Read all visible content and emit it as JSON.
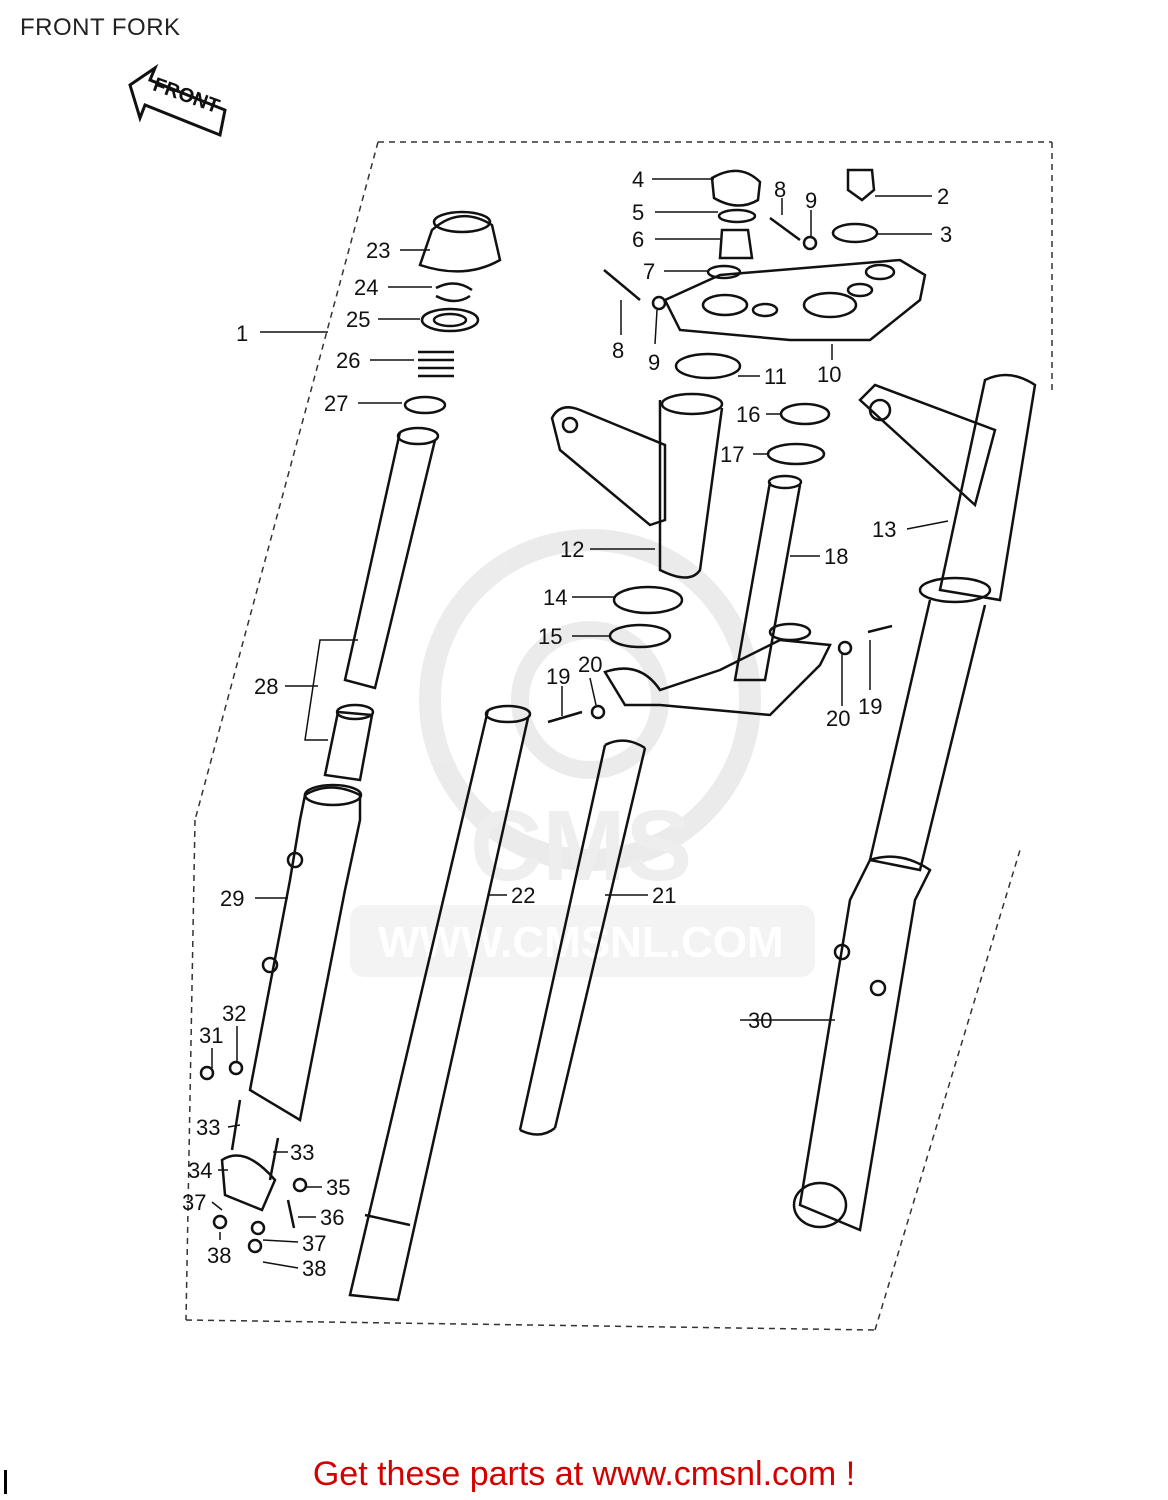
{
  "page_title": "FRONT FORK",
  "front_arrow_text": "FRONT",
  "watermark": {
    "brand": "CMS",
    "url": "WWW.CMSNL.COM"
  },
  "promo_text": "Get these parts at www.cmsnl.com !",
  "callouts": [
    "1",
    "2",
    "3",
    "4",
    "5",
    "6",
    "7",
    "8",
    "9",
    "8",
    "9",
    "10",
    "11",
    "12",
    "13",
    "14",
    "15",
    "16",
    "17",
    "18",
    "19",
    "20",
    "19",
    "20",
    "21",
    "22",
    "23",
    "24",
    "25",
    "26",
    "27",
    "28",
    "29",
    "30",
    "31",
    "32",
    "33",
    "33",
    "34",
    "35",
    "36",
    "37",
    "37",
    "38",
    "38"
  ]
}
